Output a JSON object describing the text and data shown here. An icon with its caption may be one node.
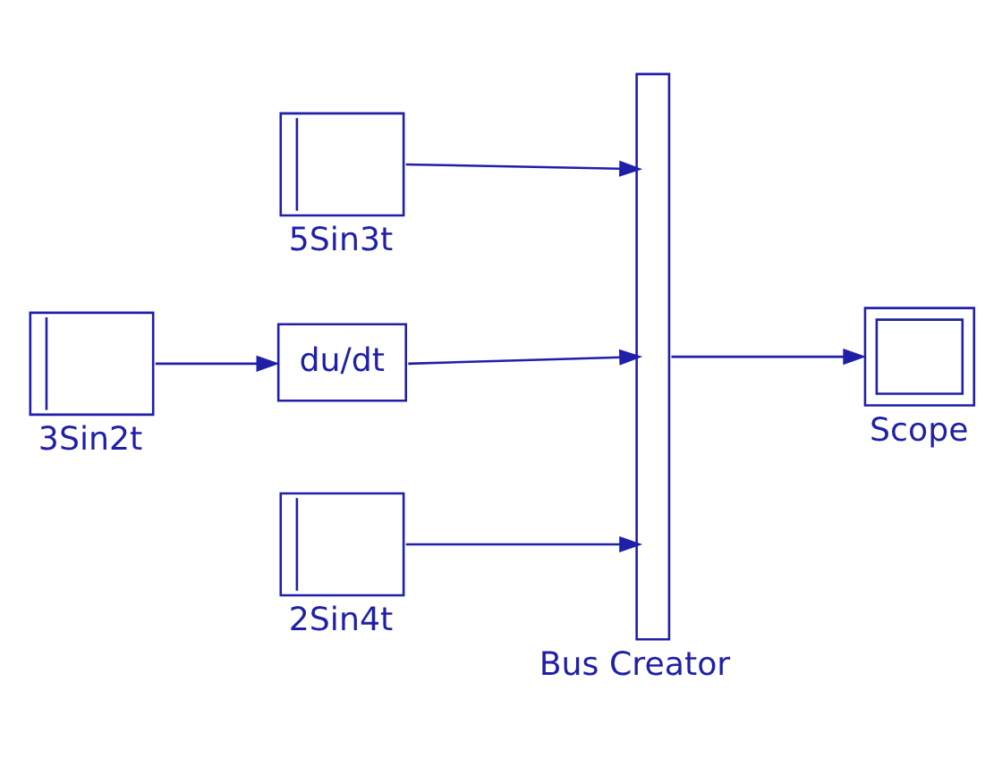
{
  "diagram": {
    "nodes": [
      {
        "text": [
          "5Sin3t"
        ]
      },
      {
        "text": [
          "3Sin2t"
        ]
      },
      {
        "text": [
          "du/dt"
        ]
      },
      {
        "text": [
          "2Sin4t"
        ]
      },
      {
        "text": [
          "Bus Creator"
        ]
      },
      {
        "text": [
          "Scope"
        ]
      }
    ],
    "edges": [
      {
        "from": 0,
        "to": 4,
        "arrow": "to"
      },
      {
        "from": 1,
        "to": 2,
        "arrow": "to"
      },
      {
        "from": 2,
        "to": 4,
        "arrow": "to"
      },
      {
        "from": 3,
        "to": 4,
        "arrow": "to"
      },
      {
        "from": 4,
        "to": 5,
        "arrow": "to"
      }
    ]
  }
}
